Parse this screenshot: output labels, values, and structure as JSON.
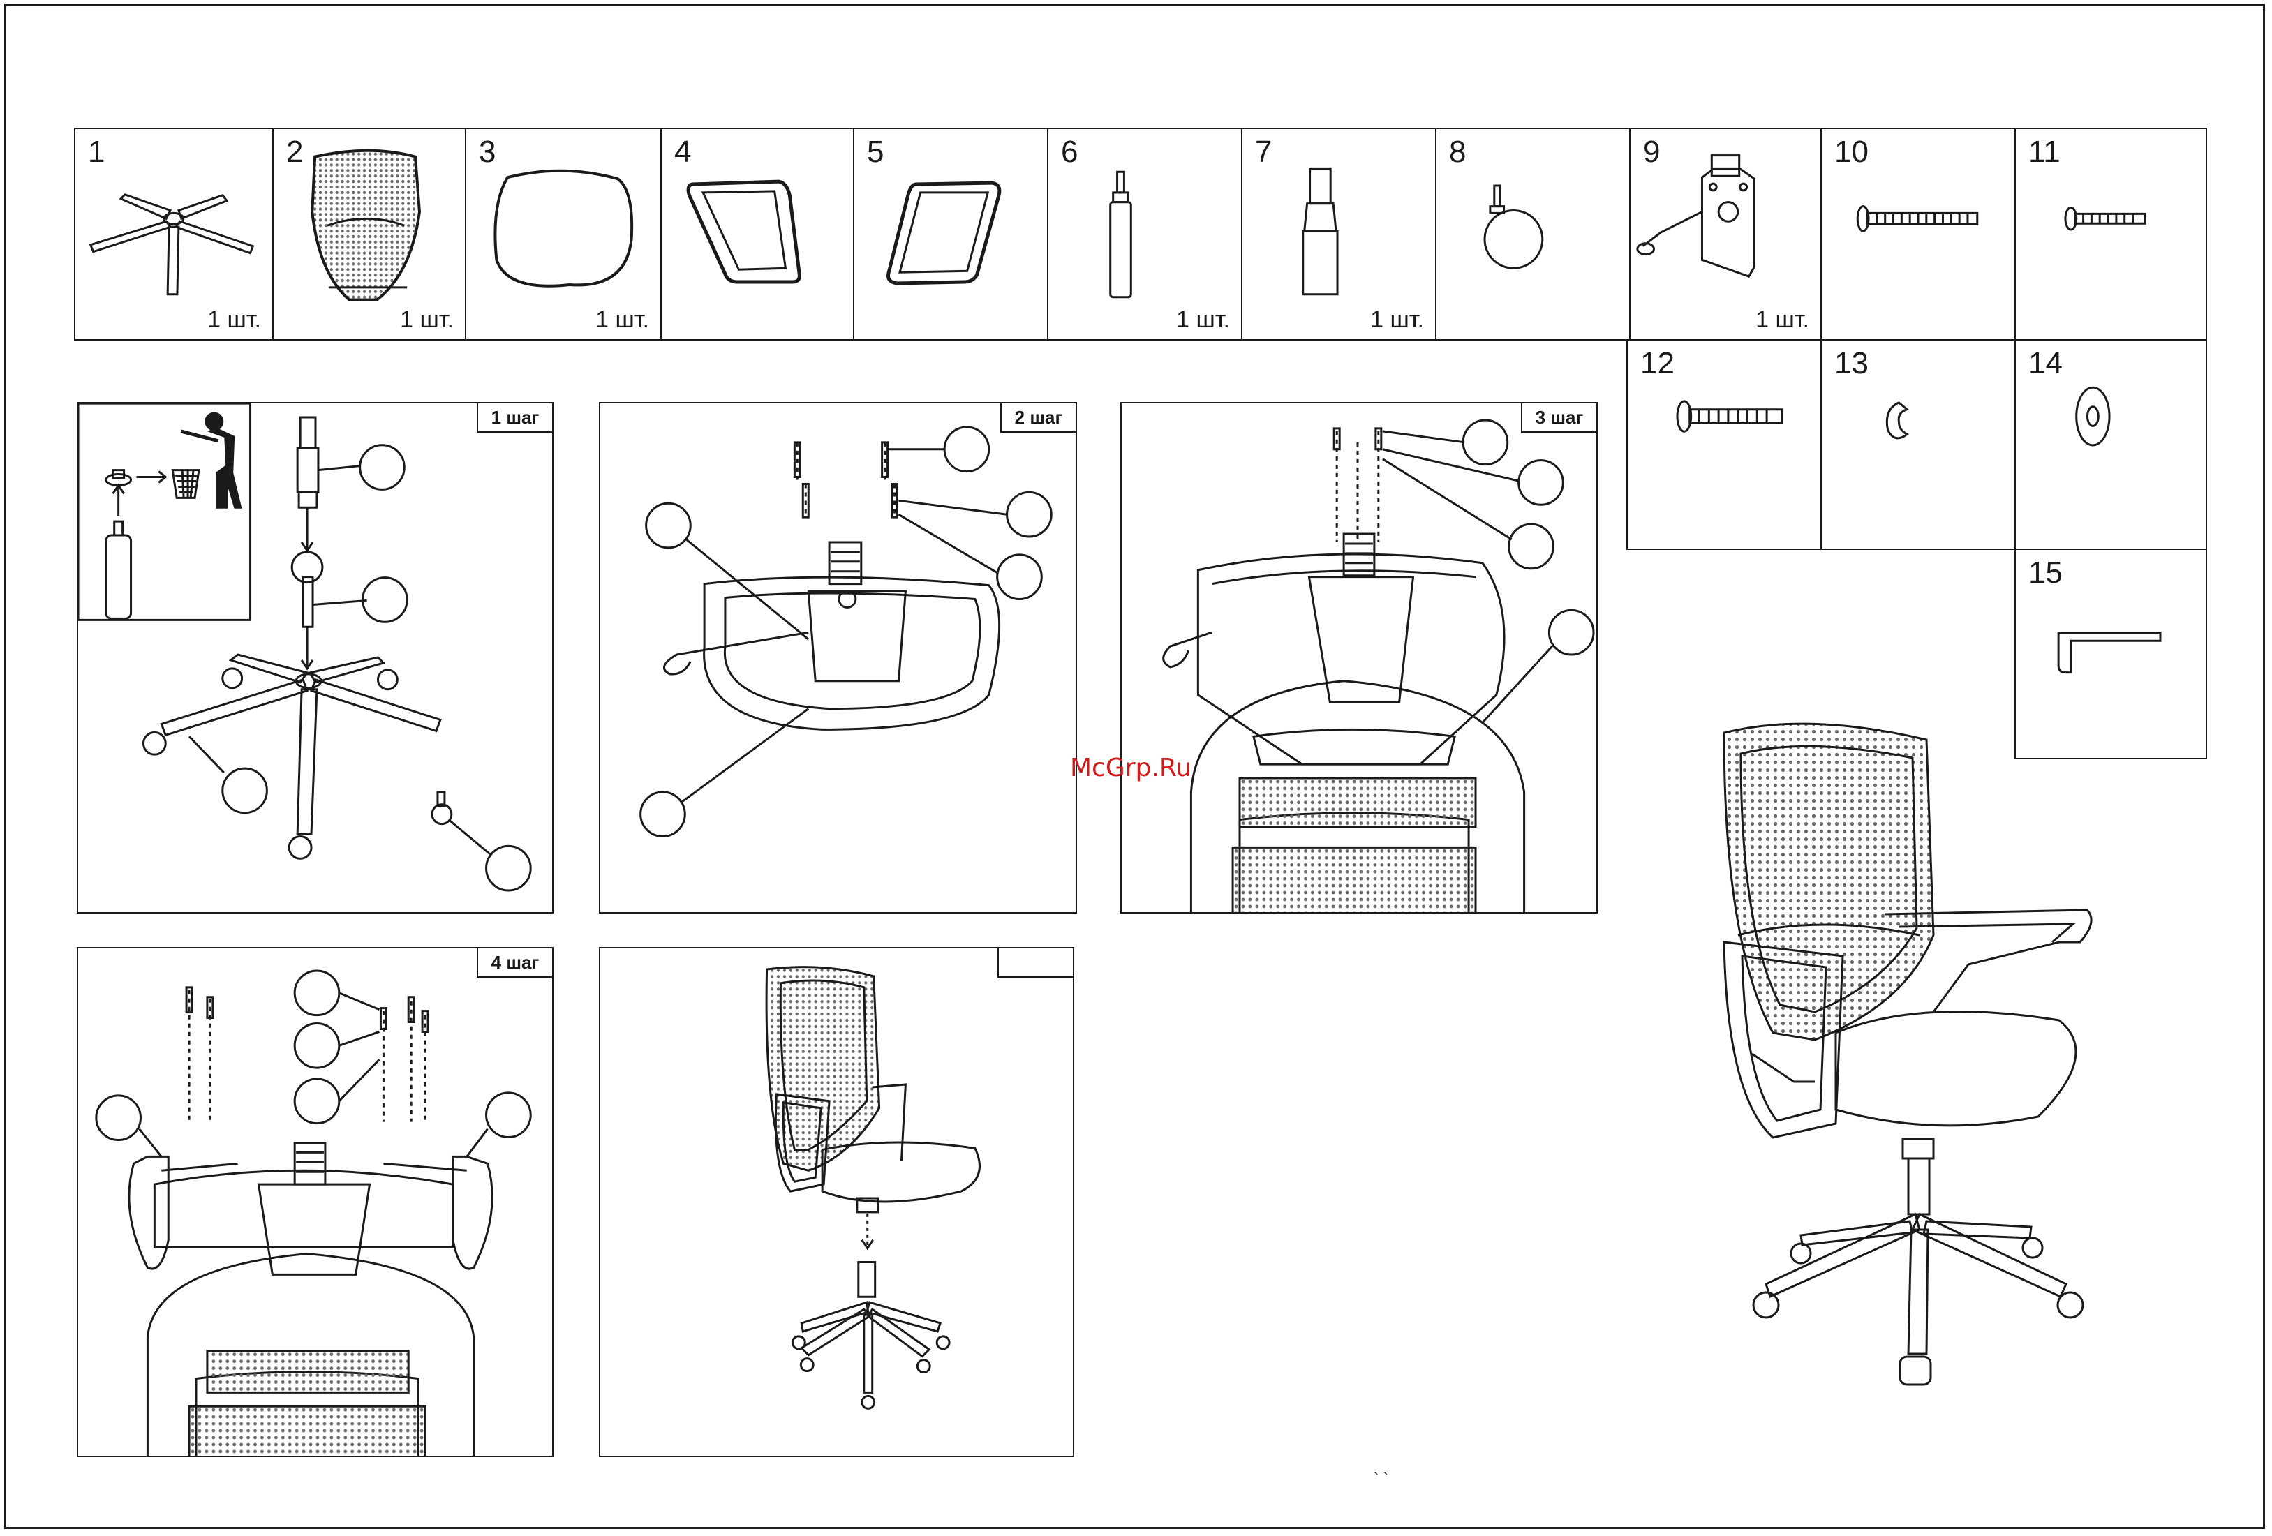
{
  "parts": [
    {
      "num": "1",
      "qty": "1  шт.",
      "icon": "chair-base-icon"
    },
    {
      "num": "2",
      "qty": "1  шт.",
      "icon": "mesh-backrest-icon"
    },
    {
      "num": "3",
      "qty": "1  шт.",
      "icon": "seat-cushion-icon"
    },
    {
      "num": "4",
      "qty": "",
      "icon": "left-armrest-icon"
    },
    {
      "num": "5",
      "qty": "",
      "icon": "right-armrest-icon"
    },
    {
      "num": "6",
      "qty": "1  шт.",
      "icon": "gas-lift-icon"
    },
    {
      "num": "7",
      "qty": "1  шт.",
      "icon": "gas-lift-cover-icon"
    },
    {
      "num": "8",
      "qty": "",
      "icon": "caster-icon"
    },
    {
      "num": "9",
      "qty": "1  шт.",
      "icon": "tilt-mechanism-icon"
    },
    {
      "num": "10",
      "qty": "",
      "icon": "long-bolt-icon"
    },
    {
      "num": "11",
      "qty": "",
      "icon": "short-bolt-icon"
    },
    {
      "num": "12",
      "qty": "",
      "icon": "hex-bolt-icon"
    },
    {
      "num": "13",
      "qty": "",
      "icon": "spring-washer-icon"
    },
    {
      "num": "14",
      "qty": "",
      "icon": "flat-washer-icon"
    },
    {
      "num": "15",
      "qty": "",
      "icon": "allen-key-icon"
    }
  ],
  "steps": {
    "step1": "1 шаг",
    "step2": "2 шаг",
    "step3": "3 шаг",
    "step4": "4 шаг",
    "step5": ""
  },
  "watermark": "McGrp.Ru",
  "footer_marks": "` `",
  "colors": {
    "line": "#1a1a1a",
    "watermark": "#d21a1a",
    "mesh": "#9a9a9a"
  }
}
